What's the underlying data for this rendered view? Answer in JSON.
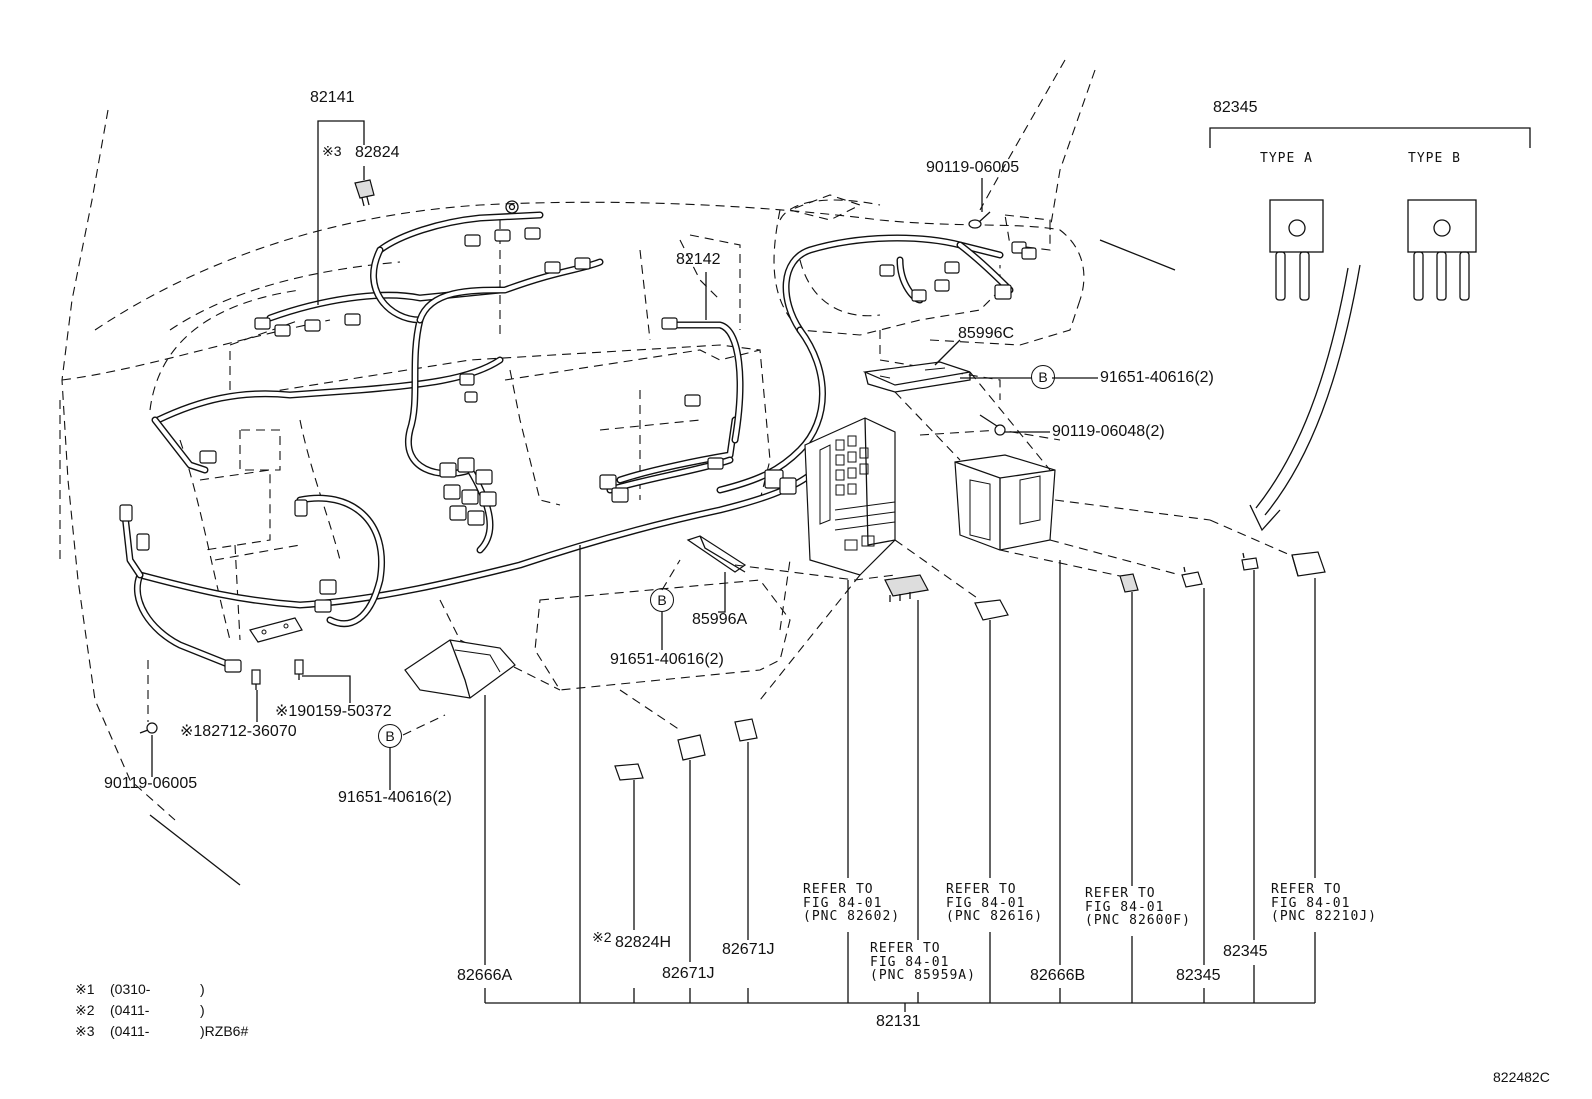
{
  "diagram": {
    "drawing_number": "822482C",
    "callouts": {
      "harness_82141": "82141",
      "note3_mark": "※3",
      "part_82824": "82824",
      "bolt_90119_top": "90119-06005",
      "harness_82142": "82142",
      "bracket_85996C": "85996C",
      "clip_91651_right": "91651-40616(2)",
      "bolt_90119_06048": "90119-06048(2)",
      "bracket_85996A": "85996A",
      "clip_91651_mid": "91651-40616(2)",
      "screw_90159": "※190159-50372",
      "screw_82712": "※182712-36070",
      "clip_91651_left": "91651-40616(2)",
      "bolt_90119_left": "90119-06005",
      "note2_mark": "※2",
      "part_82824H": "82824H",
      "part_82671J_a": "82671J",
      "part_82671J_b": "82671J",
      "part_82666A": "82666A",
      "part_82666B": "82666B",
      "part_82345_a": "82345",
      "part_82345_b": "82345",
      "part_82131": "82131",
      "relay_group_82345": "82345"
    },
    "circle_marker": "B",
    "relay_types": {
      "type_a": "TYPE A",
      "type_b": "TYPE B"
    },
    "refer_notes": [
      "REFER TO\nFIG 84-01\n(PNC 82602)",
      "REFER TO\nFIG 84-01\n(PNC 85959A)",
      "REFER TO\nFIG 84-01\n(PNC 82616)",
      "REFER TO\nFIG 84-01\n(PNC 82600F)",
      "REFER TO\nFIG 84-01\n(PNC 82210J)"
    ],
    "footnotes": [
      {
        "mark": "※1",
        "from": "(0310-",
        "to": ")"
      },
      {
        "mark": "※2",
        "from": "(0411-",
        "to": ")"
      },
      {
        "mark": "※3",
        "from": "(0411-",
        "to": ")RZB6#"
      }
    ]
  }
}
